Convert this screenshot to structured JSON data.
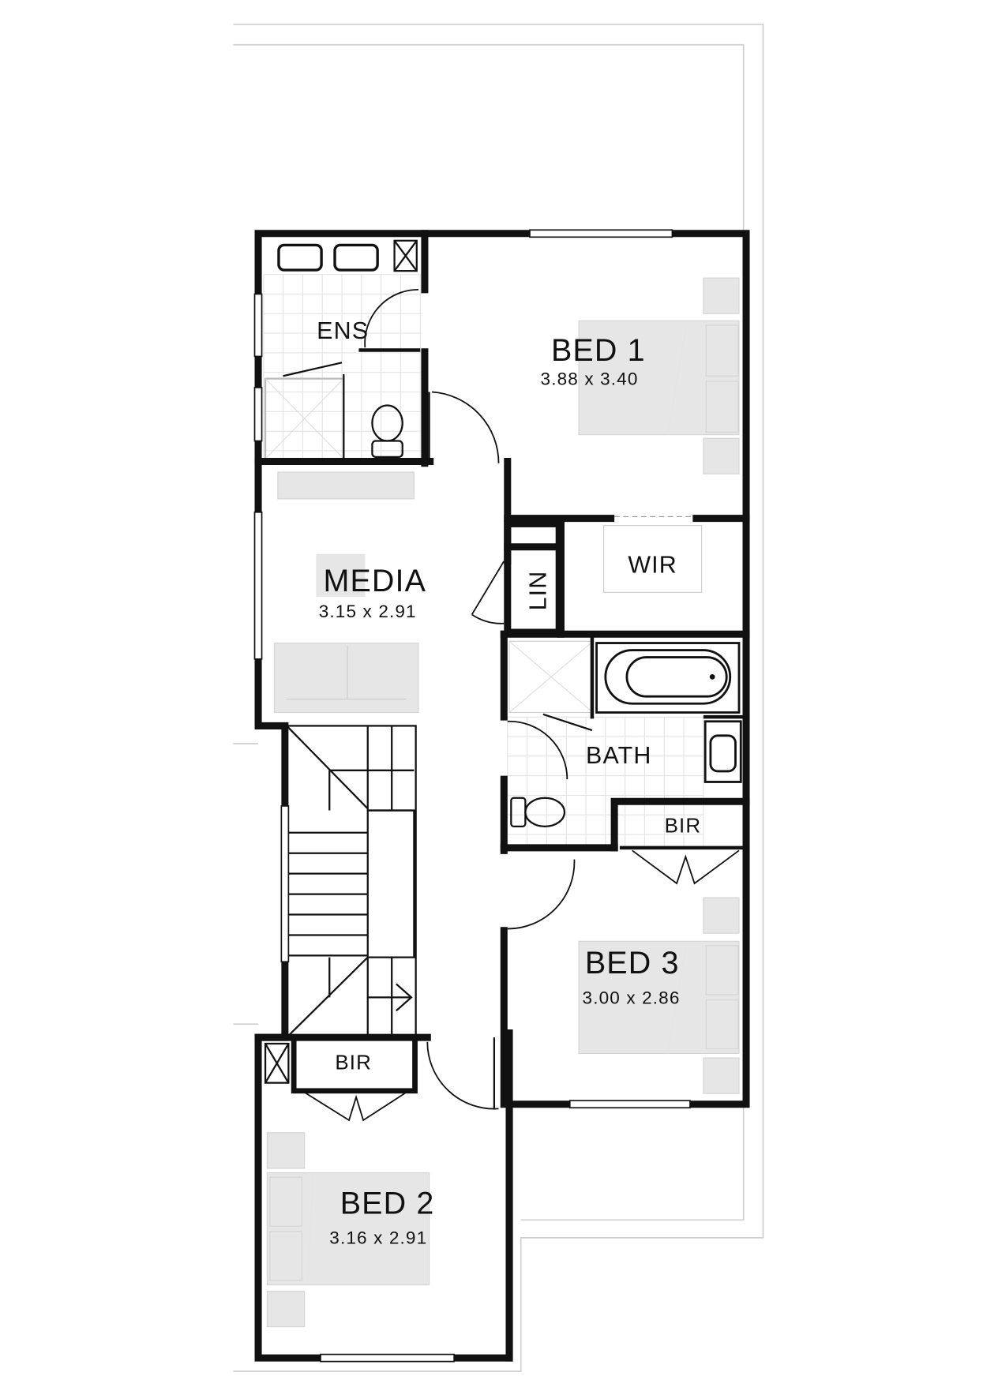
{
  "plan": {
    "rooms": {
      "ens": {
        "name": "ENS"
      },
      "bed1": {
        "name": "BED 1",
        "size": "3.88 x 3.40"
      },
      "wir": {
        "name": "WIR"
      },
      "lin": {
        "name": "LIN"
      },
      "media": {
        "name": "MEDIA",
        "size": "3.15 x 2.91"
      },
      "bath": {
        "name": "BATH"
      },
      "bir_bed3": {
        "name": "BIR"
      },
      "bed3": {
        "name": "BED 3",
        "size": "3.00 x 2.86"
      },
      "bir_bed2": {
        "name": "BIR"
      },
      "bed2": {
        "name": "BED 2",
        "size": "3.16 x 2.91"
      }
    },
    "colors": {
      "wall": "#111111",
      "furniture": "#e6e6e6",
      "site": "#cfcfcf"
    }
  }
}
